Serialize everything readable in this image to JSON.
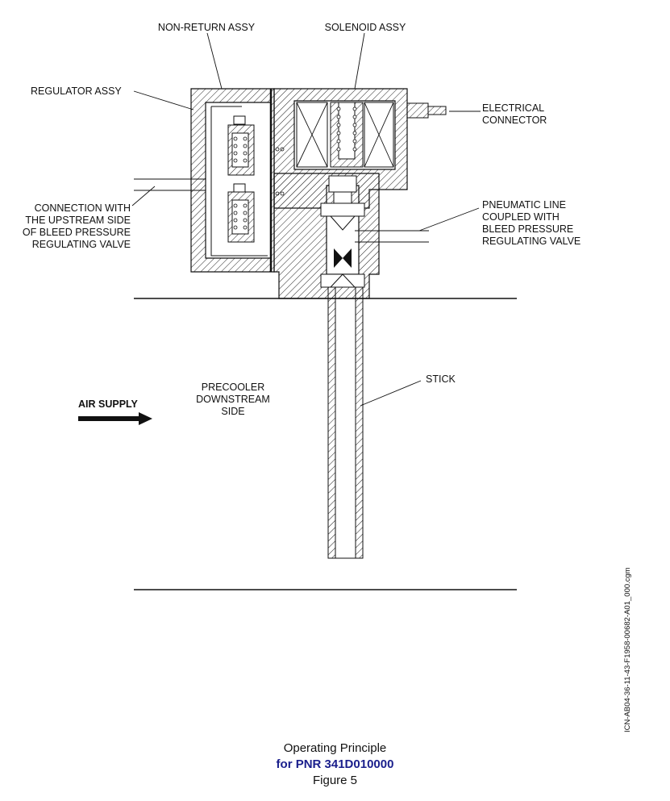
{
  "diagram": {
    "labels": {
      "non_return": "NON-RETURN ASSY",
      "solenoid": "SOLENOID ASSY",
      "regulator": "REGULATOR ASSY",
      "electrical": [
        "ELECTRICAL",
        "CONNECTOR"
      ],
      "connection": [
        "CONNECTION WITH",
        "THE UPSTREAM SIDE",
        "OF BLEED PRESSURE",
        "REGULATING VALVE"
      ],
      "pneumatic": [
        "PNEUMATIC LINE",
        "COUPLED WITH",
        "BLEED PRESSURE",
        "REGULATING VALVE"
      ],
      "stick": "STICK",
      "precooler": [
        "PRECOOLER",
        "DOWNSTREAM",
        "SIDE"
      ],
      "air_supply": "AIR SUPPLY"
    },
    "icn": "ICN-AB04-36-11-43-F1958-00682-A01_000.cgm"
  },
  "caption": {
    "line1": "Operating Principle",
    "line2": "for PNR 341D010000",
    "line3": "Figure 5"
  },
  "colors": {
    "caption_accent": "#1a1f8c"
  }
}
